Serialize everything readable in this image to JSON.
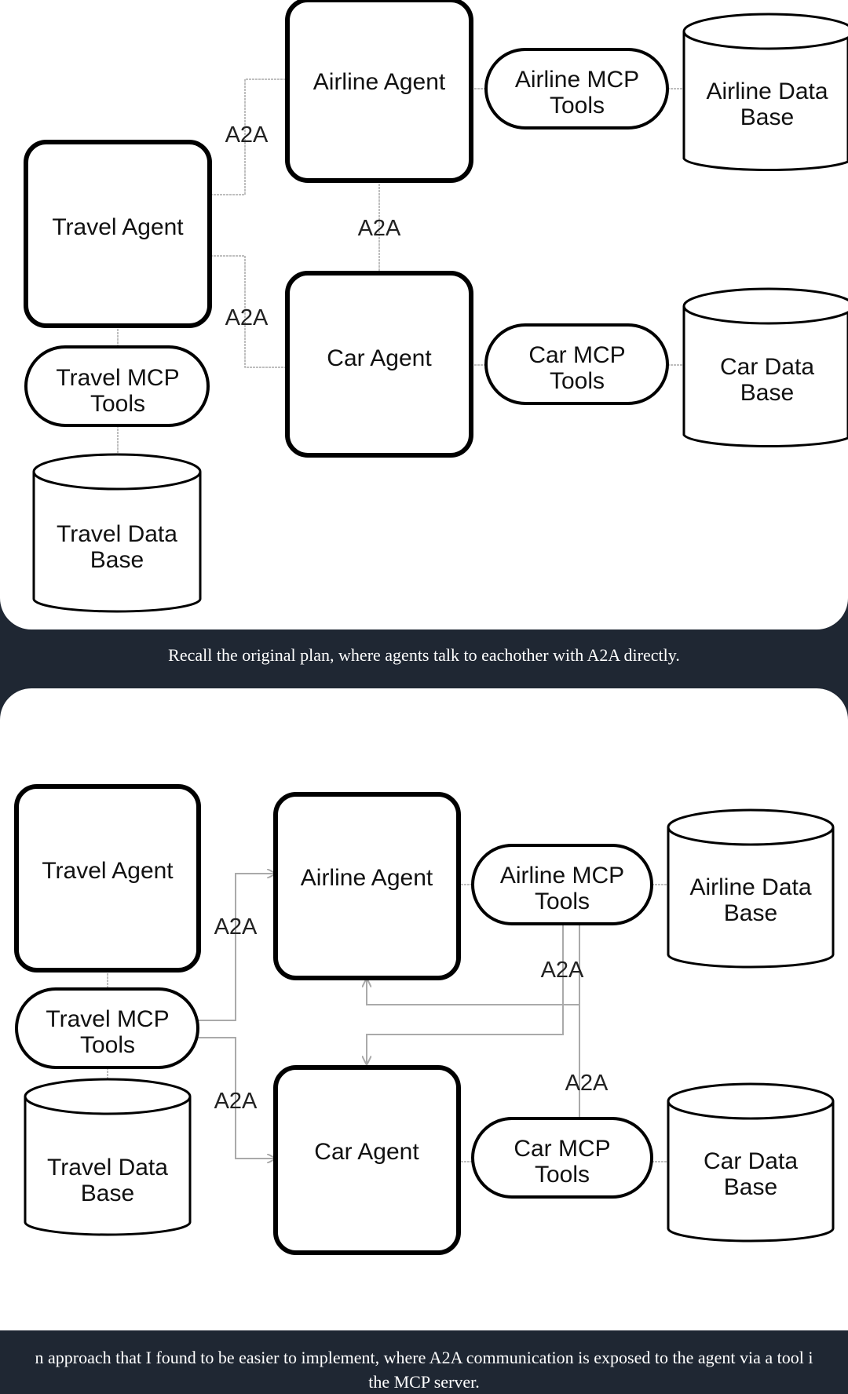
{
  "diagram1": {
    "nodes": {
      "travel_agent": "Travel Agent",
      "airline_agent": "Airline Agent",
      "car_agent": "Car Agent",
      "travel_mcp": [
        "Travel MCP",
        "Tools"
      ],
      "airline_mcp": [
        "Airline MCP",
        "Tools"
      ],
      "car_mcp": [
        "Car MCP",
        "Tools"
      ],
      "travel_db": [
        "Travel Data",
        "Base"
      ],
      "airline_db": [
        "Airline Data",
        "Base"
      ],
      "car_db": [
        "Car Data",
        "Base"
      ]
    },
    "edges": {
      "travel_airline": "A2A",
      "travel_car": "A2A",
      "airline_car": "A2A"
    },
    "caption": "Recall the original plan, where agents talk to eachother with A2A directly."
  },
  "diagram2": {
    "nodes": {
      "travel_agent": "Travel Agent",
      "airline_agent": "Airline Agent",
      "car_agent": "Car Agent",
      "travel_mcp": [
        "Travel MCP",
        "Tools"
      ],
      "airline_mcp": [
        "Airline MCP",
        "Tools"
      ],
      "car_mcp": [
        "Car MCP",
        "Tools"
      ],
      "travel_db": [
        "Travel Data",
        "Base"
      ],
      "airline_db": [
        "Airline Data",
        "Base"
      ],
      "car_db": [
        "Car Data",
        "Base"
      ]
    },
    "edges": {
      "travel_airline": "A2A",
      "travel_car": "A2A",
      "airline_mcp_to_car": "A2A",
      "car_mcp_to_airline": "A2A"
    },
    "caption_line1": "n approach that I found to be easier to implement, where A2A communication is exposed to the agent via a tool i",
    "caption_line2": "the MCP server."
  }
}
